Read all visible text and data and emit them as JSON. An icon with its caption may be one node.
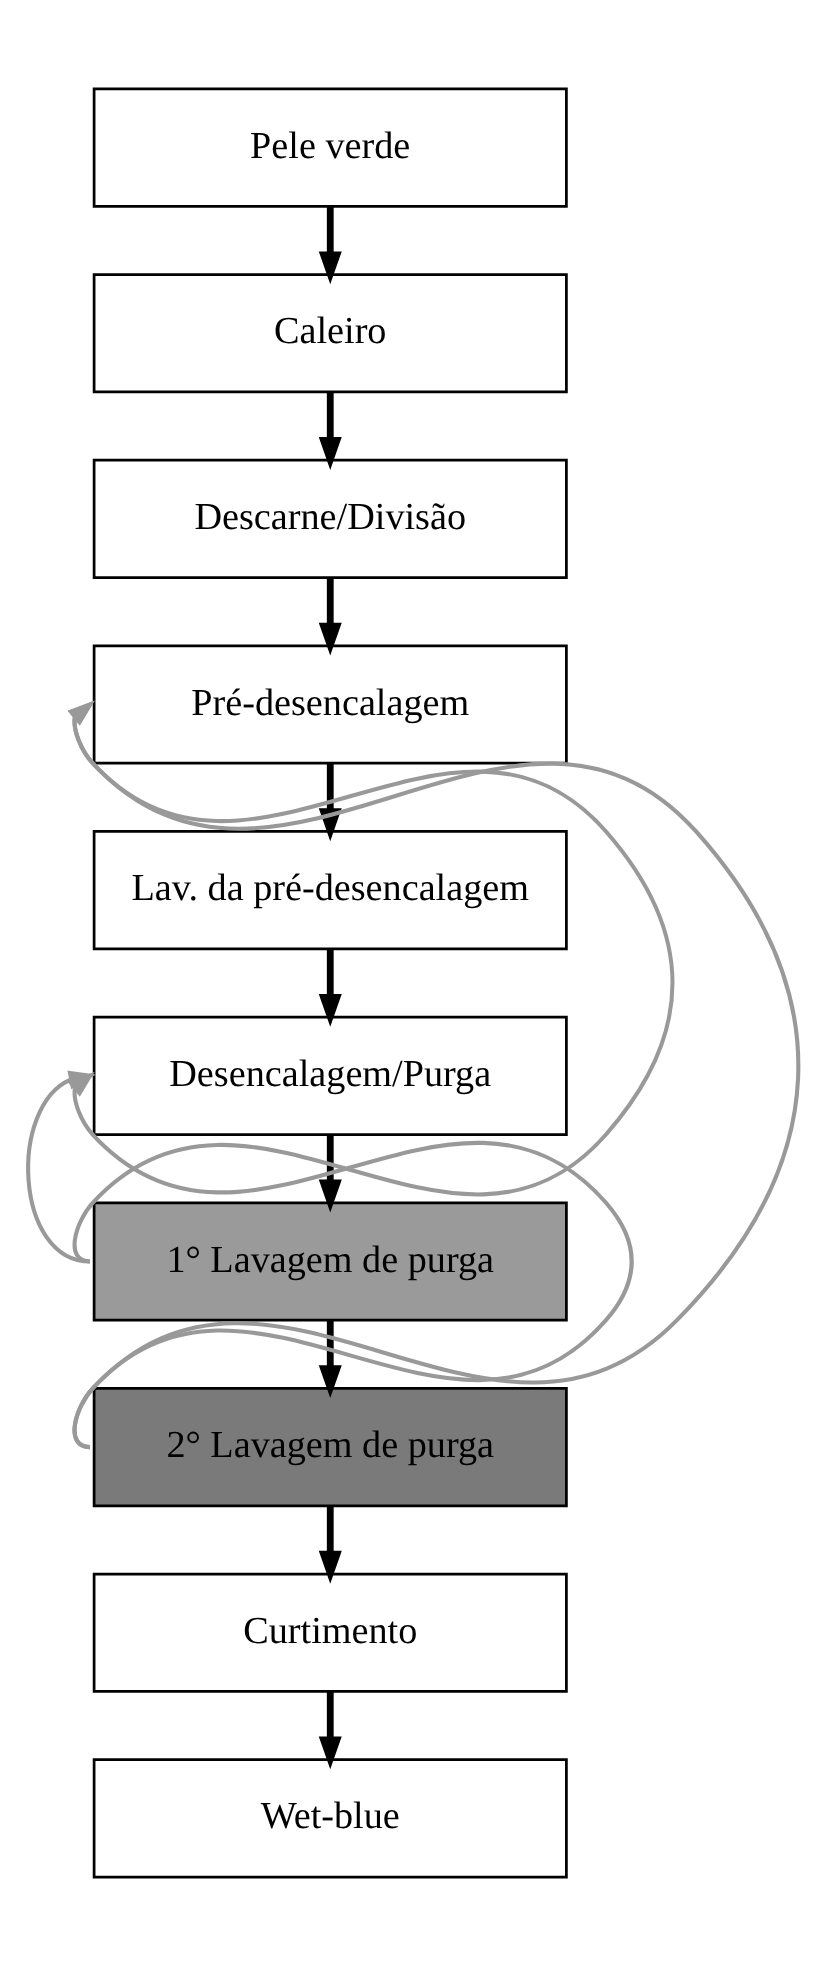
{
  "diagram": {
    "nodes": [
      {
        "text": [
          "Pele verde"
        ]
      },
      {
        "text": [
          "Caleiro"
        ]
      },
      {
        "text": [
          "Descarne/Divisão"
        ]
      },
      {
        "text": [
          "Pré-desencalagem"
        ]
      },
      {
        "text": [
          "Lav. da pré-desencalagem"
        ]
      },
      {
        "text": [
          "Desencalagem/Purga"
        ]
      },
      {
        "text": [
          "1° Lavagem de purga"
        ]
      },
      {
        "text": [
          "2° Lavagem de purga"
        ]
      },
      {
        "text": [
          "Curtimento"
        ]
      },
      {
        "text": [
          "Wet-blue"
        ]
      }
    ],
    "edges": [
      {
        "from": 0,
        "to": 1,
        "arrow": "to"
      },
      {
        "from": 1,
        "to": 2,
        "arrow": "to"
      },
      {
        "from": 2,
        "to": 3,
        "arrow": "to"
      },
      {
        "from": 3,
        "to": 4,
        "arrow": "to"
      },
      {
        "from": 4,
        "to": 5,
        "arrow": "to"
      },
      {
        "from": 5,
        "to": 6,
        "arrow": "to"
      },
      {
        "from": 6,
        "to": 7,
        "arrow": "to"
      },
      {
        "from": 7,
        "to": 8,
        "arrow": "to"
      },
      {
        "from": 8,
        "to": 9,
        "arrow": "to"
      },
      {
        "from": 6,
        "to": 3,
        "arrow": "to",
        "color": "#999999"
      },
      {
        "from": 6,
        "to": 5,
        "arrow": "to",
        "color": "#999999"
      },
      {
        "from": 7,
        "to": 3,
        "arrow": "to",
        "color": "#999999"
      },
      {
        "from": 7,
        "to": 5,
        "arrow": "to",
        "color": "#999999"
      }
    ]
  }
}
